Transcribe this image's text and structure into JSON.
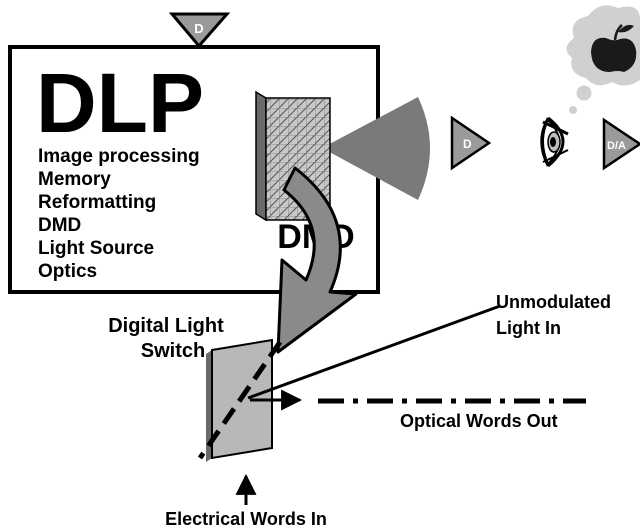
{
  "dlp_box": {
    "title": "DLP",
    "features": [
      "Image processing",
      "Memory",
      "Reformatting",
      "DMD",
      "Light Source",
      "Optics"
    ],
    "dmd_label": "DMD"
  },
  "top_marker": "D",
  "beam_marker": "D",
  "da_marker": "D/A",
  "switch_label_line1": "Digital Light",
  "switch_label_line2": "Switch",
  "unmodulated_line1": "Unmodulated",
  "unmodulated_line2": "Light In",
  "optical_words_out": "Optical Words Out",
  "electrical_words_in": "Electrical Words In",
  "colors": {
    "beam": "#7a7a7a",
    "arrow_fill": "#8a8a8a",
    "mirror": "#b8b8b8",
    "cloud": "#d0d0d0",
    "apple": "#1a1a1a"
  }
}
